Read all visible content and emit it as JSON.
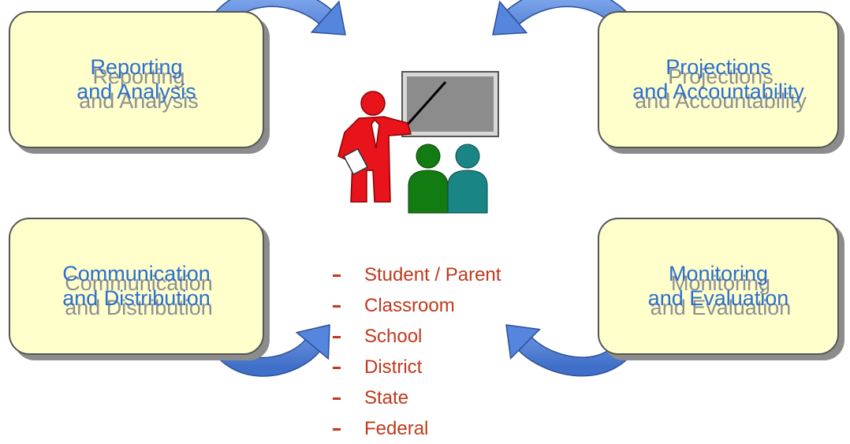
{
  "boxes": {
    "top_left": {
      "line1": "Reporting",
      "line2": "and Analysis"
    },
    "top_right": {
      "line1": "Projections",
      "line2": "and Accountability"
    },
    "bottom_left": {
      "line1": "Communication",
      "line2": "and Distribution"
    },
    "bottom_right": {
      "line1": "Monitoring",
      "line2": "and Evaluation"
    }
  },
  "levels": [
    "Student / Parent",
    "Classroom",
    "School",
    "District",
    "State",
    "Federal"
  ],
  "colors": {
    "box_fill": "#ffffcc",
    "box_border": "#555555",
    "box_shadow": "#8c8c8c",
    "label_blue": "#2b6fd0",
    "label_gray": "#8f8f8f",
    "arrow_blue": "#4a7bd4",
    "bullet_red": "#c0391c",
    "presenter_red": "#e8131b",
    "audience_green": "#127b12",
    "audience_teal": "#1a8585",
    "board_gray": "#8c8c8c"
  },
  "icons": [
    "presenter-icon",
    "audience-icon",
    "curved-arrow-icon"
  ]
}
